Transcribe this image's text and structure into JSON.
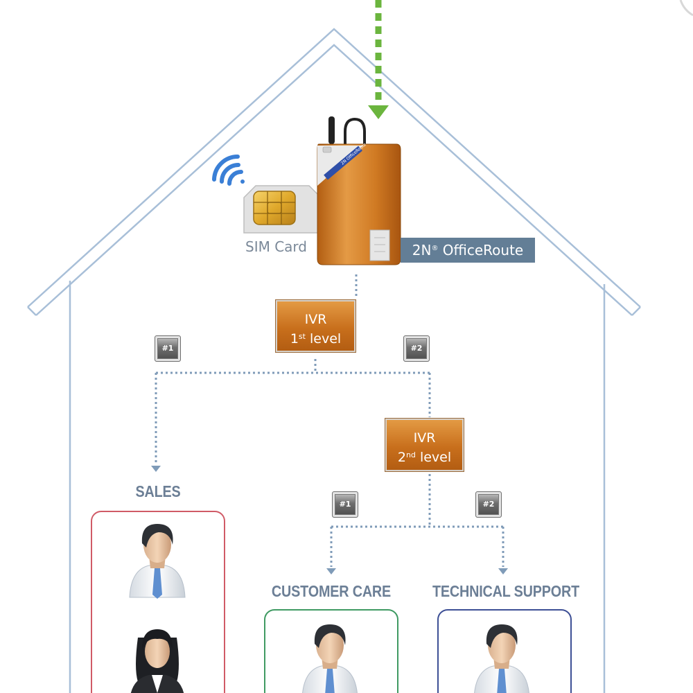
{
  "device": {
    "product_name": "2N",
    "product_name_sup": "®",
    "product_name_rest": " OfficeRoute",
    "sim_label": "SIM Card"
  },
  "ivr1": {
    "title": "IVR",
    "level_num": "1",
    "level_sup": "st",
    "level_word": " level"
  },
  "ivr2": {
    "title": "IVR",
    "level_num": "2",
    "level_sup": "nd",
    "level_word": " level"
  },
  "keys": {
    "k1_left": "#1",
    "k1_right": "#2",
    "k2_left": "#1",
    "k2_right": "#2"
  },
  "departments": {
    "sales": "SALES",
    "customer_care": "CUSTOMER CARE",
    "technical_support": "TECHNICAL SUPPORT"
  },
  "colors": {
    "house": "#a8bfd8",
    "incoming_arrow": "#6bb53e",
    "connector": "#7f9bb8",
    "sales_box": "#d05a66",
    "customer_care_box": "#3f9a62",
    "technical_support_box": "#3d4f95",
    "device_body": "#cf7a24",
    "label_bar": "#637e96"
  }
}
